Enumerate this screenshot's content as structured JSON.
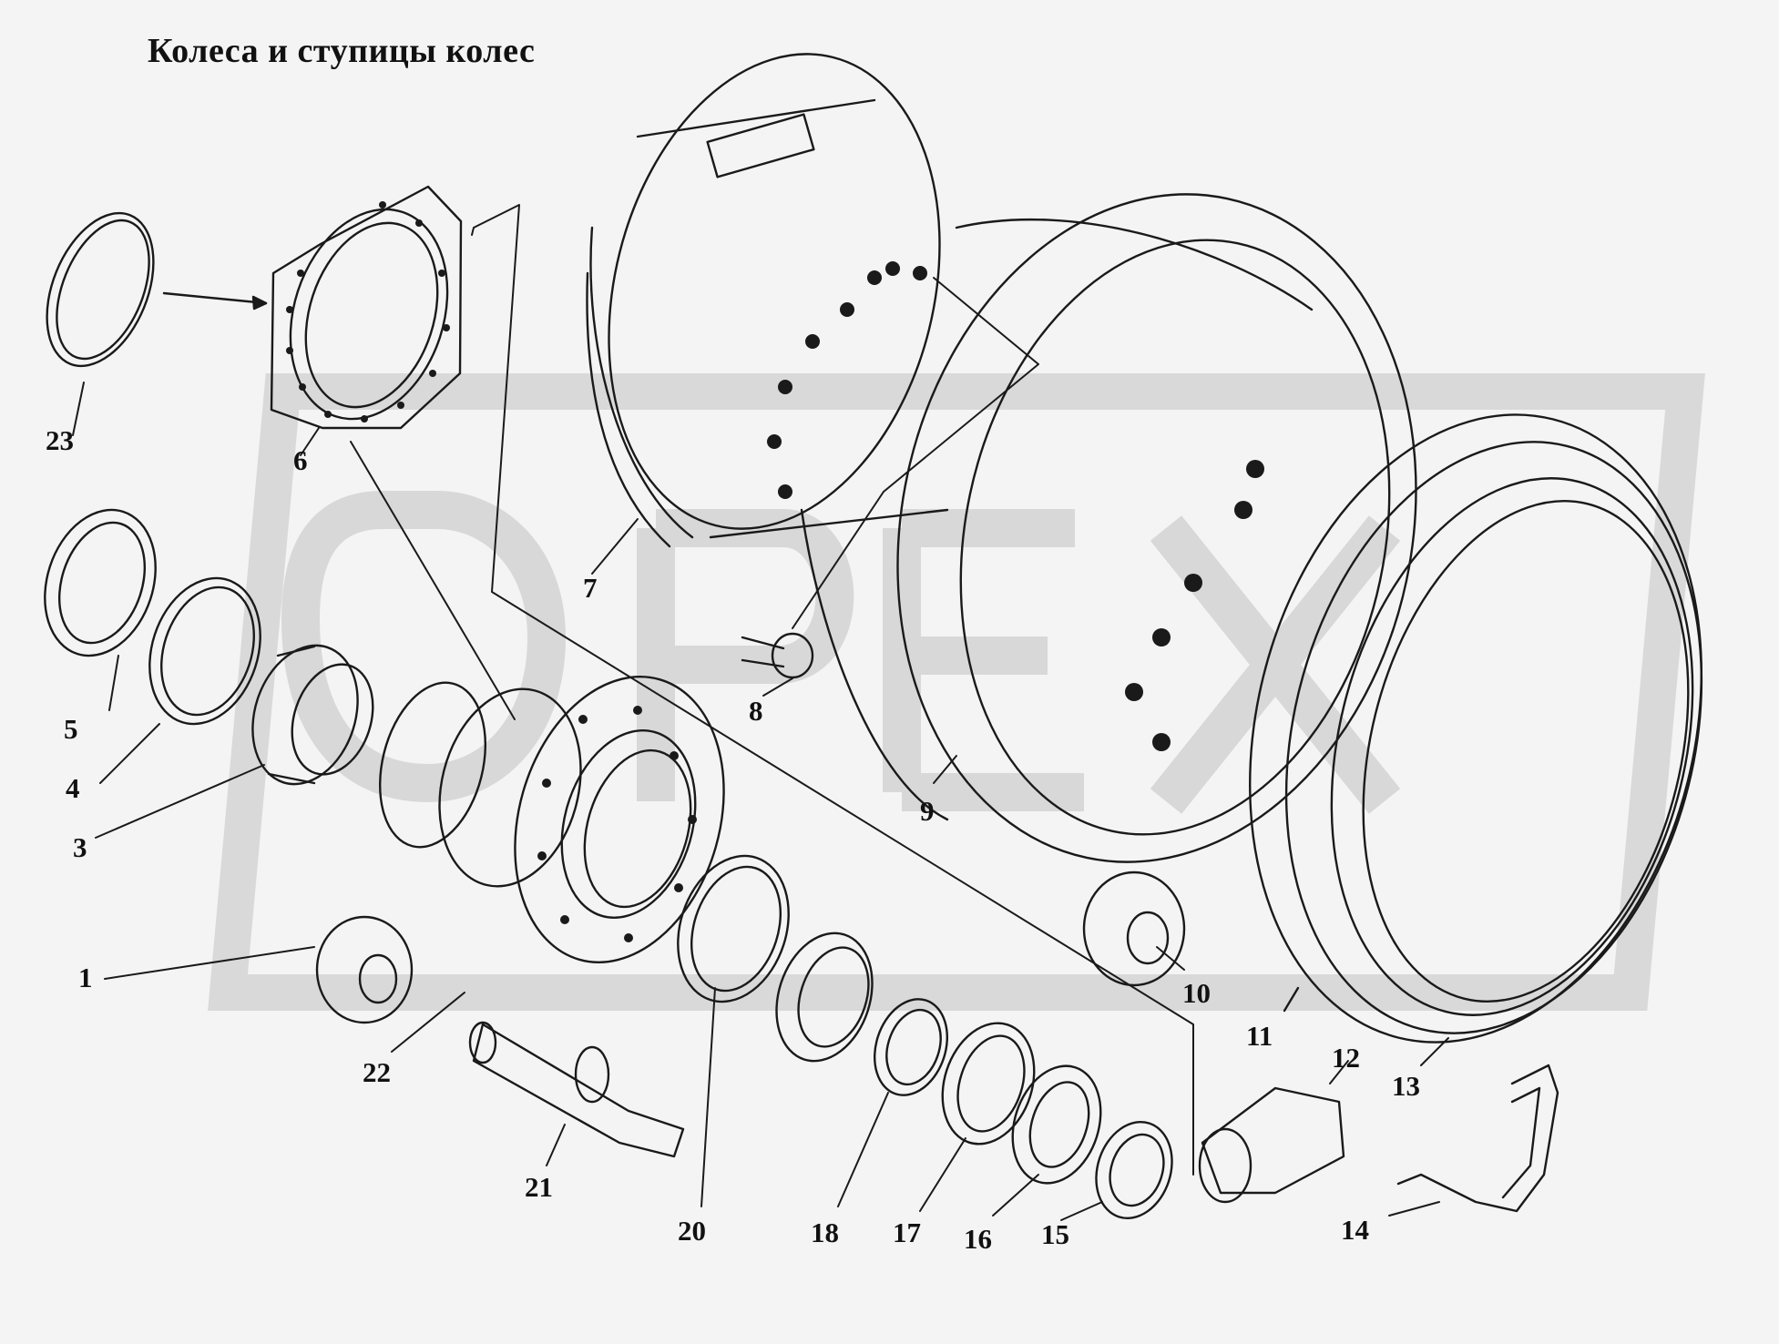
{
  "title": "Колеса и ступицы колес",
  "callouts": [
    "1",
    "3",
    "4",
    "5",
    "6",
    "7",
    "8",
    "9",
    "10",
    "11",
    "12",
    "13",
    "14",
    "15",
    "16",
    "17",
    "18",
    "20",
    "21",
    "22",
    "23"
  ],
  "colors": {
    "ink": "#1a1a1a",
    "paper": "#f4f4f4",
    "watermark": "#d2d2d2"
  }
}
